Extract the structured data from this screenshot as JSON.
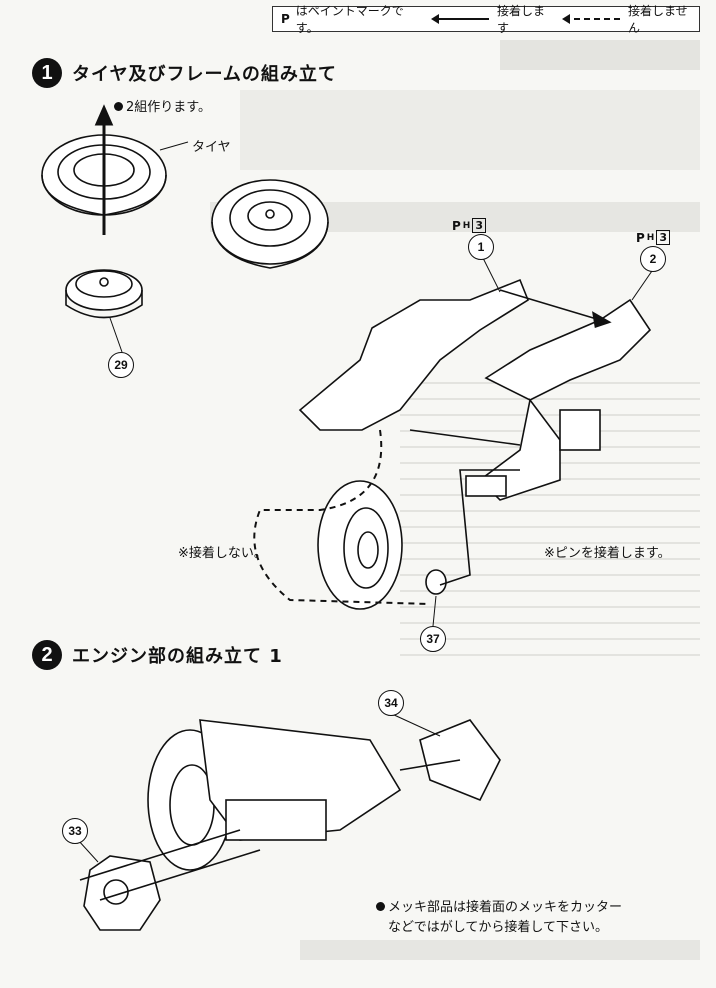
{
  "legend": {
    "paint_mark_label": "はペイントマークです。",
    "paint_mark_symbol": "P",
    "glue_label": "接着します",
    "no_glue_label": "接着しません"
  },
  "step1": {
    "number": "1",
    "title": "タイヤ及びフレームの組み立て",
    "make_two": "2組作ります。",
    "tire_label": "タイヤ",
    "no_glue_note": "※接着しない。",
    "pin_glue_note": "※ピンを接着します。",
    "paint_code_1": "H",
    "paint_num_1": "3",
    "paint_code_2": "H",
    "paint_num_2": "3"
  },
  "step2": {
    "number": "2",
    "title": "エンジン部の組み立て 1"
  },
  "parts": {
    "p1": "1",
    "p2": "2",
    "p29": "29",
    "p37": "37",
    "p34": "34",
    "p33": "33"
  },
  "footnote": {
    "line1": "メッキ部品は接着面のメッキをカッター",
    "line2": "などではがしてから接着して下さい。"
  },
  "colors": {
    "ink": "#111111",
    "paper": "#f7f7f4",
    "ghost": "#c9c9c4"
  },
  "icons": [
    "arrow-left-icon",
    "dashed-arrow-left-icon",
    "bullet-icon"
  ]
}
